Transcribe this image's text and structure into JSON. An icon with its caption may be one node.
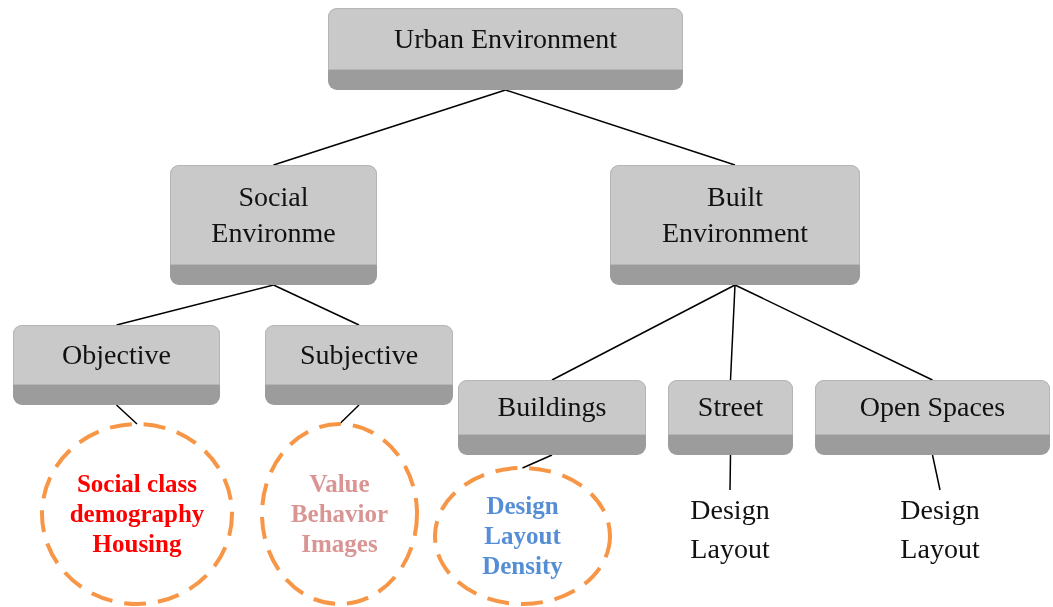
{
  "diagram": {
    "nodes": [
      {
        "text": [
          "Urban Environment"
        ]
      },
      {
        "text": [
          "Social Environme"
        ]
      },
      {
        "text": [
          "Built Environment"
        ]
      },
      {
        "text": [
          "Objective"
        ]
      },
      {
        "text": [
          "Subjective"
        ]
      },
      {
        "text": [
          "Buildings"
        ]
      },
      {
        "text": [
          "Street"
        ]
      },
      {
        "text": [
          "Open Spaces"
        ]
      },
      {
        "text": [
          "Social class demography Housing"
        ]
      },
      {
        "text": [
          "Value Behavior Images"
        ]
      },
      {
        "text": [
          "Design Layout Density"
        ]
      },
      {
        "text": [
          "Design Layout"
        ]
      },
      {
        "text": [
          "Design Layout"
        ]
      }
    ],
    "edges": [
      {
        "from": 0,
        "to": 1,
        "arrow": "none"
      },
      {
        "from": 0,
        "to": 2,
        "arrow": "none"
      },
      {
        "from": 1,
        "to": 3,
        "arrow": "none"
      },
      {
        "from": 1,
        "to": 4,
        "arrow": "none"
      },
      {
        "from": 2,
        "to": 5,
        "arrow": "none"
      },
      {
        "from": 2,
        "to": 6,
        "arrow": "none"
      },
      {
        "from": 2,
        "to": 7,
        "arrow": "none"
      },
      {
        "from": 3,
        "to": 8,
        "arrow": "none"
      },
      {
        "from": 4,
        "to": 9,
        "arrow": "none"
      },
      {
        "from": 5,
        "to": 10,
        "arrow": "none"
      },
      {
        "from": 6,
        "to": 11,
        "arrow": "none"
      },
      {
        "from": 7,
        "to": 12,
        "arrow": "none"
      }
    ]
  }
}
